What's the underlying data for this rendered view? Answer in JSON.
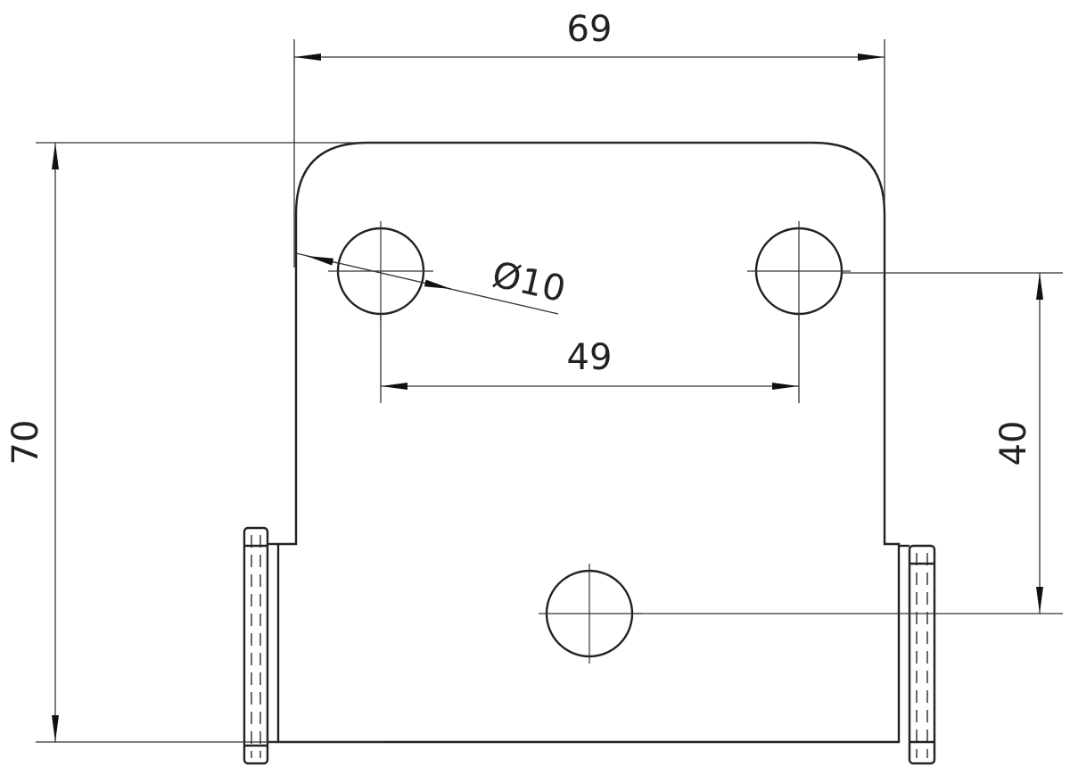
{
  "dimensions": {
    "width_label": "69",
    "height_label": "70",
    "hole_spacing_label": "49",
    "vertical_offset_label": "40",
    "hole_diameter_label": "Ø10"
  },
  "colors": {
    "line": "#222222",
    "background": "#ffffff"
  }
}
